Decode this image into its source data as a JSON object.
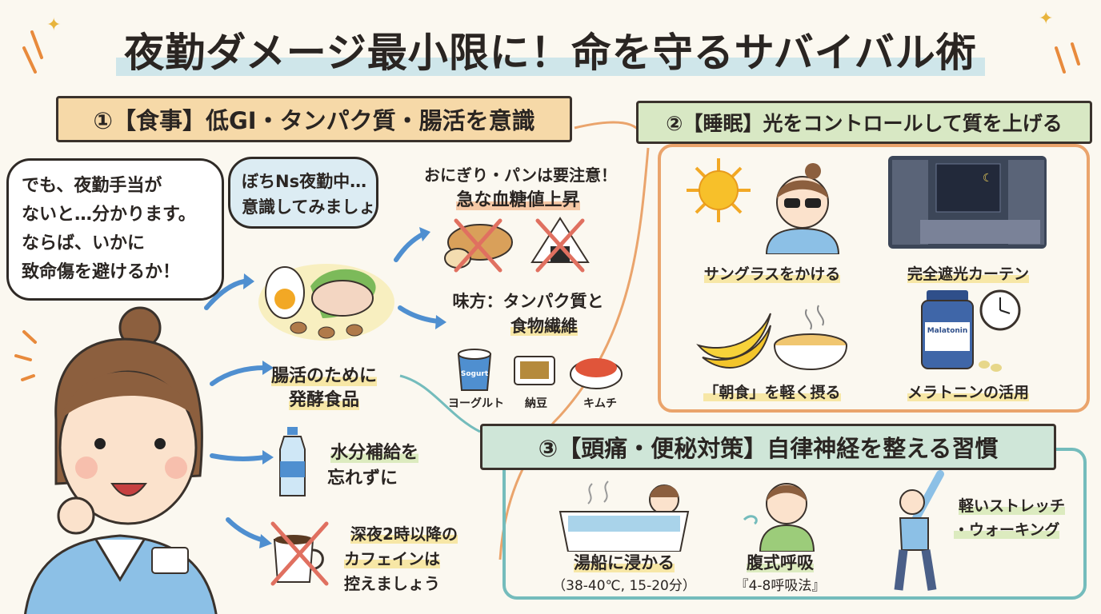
{
  "title": "夜勤ダメージ最小限に！命を守るサバイバル術",
  "section1": {
    "banner": "①【食事】低GI・タンパク質・腸活を意識",
    "bubble_nurse": [
      "でも、夜勤手当が",
      "ないと…分かります。",
      "ならば、いかに",
      "致命傷を避けるか！"
    ],
    "bubble_blog": [
      "ぼちNs夜勤中…",
      "意識してみましょ"
    ],
    "caution_line1": "おにぎり・パンは要注意！",
    "caution_line2": "急な血糖値上昇",
    "ally_line1": "味方：タンパク質と",
    "ally_line2": "食物繊維",
    "ferment_line1": "腸活のために",
    "ferment_line2": "発酵食品",
    "ferment_items": [
      "ヨーグルト",
      "納豆",
      "キムチ"
    ],
    "yogurt_label": "Sogurt",
    "water_line1": "水分補給を",
    "water_line2": "忘れずに",
    "caffeine_lines": [
      "深夜2時以降の",
      "カフェインは",
      "控えましょう"
    ]
  },
  "section2": {
    "banner": "②【睡眠】光をコントロールして質を上げる",
    "items": [
      "サングラスをかける",
      "完全遮光カーテン",
      "「朝食」を軽く摂る",
      "メラトニンの活用"
    ],
    "bottle_label": "Malatonin"
  },
  "section3": {
    "banner": "③【頭痛・便秘対策】自律神経を整える習慣",
    "bath_label": "湯船に浸かる",
    "bath_detail": "（38-40℃, 15-20分）",
    "breath_label": "腹式呼吸",
    "breath_detail": "『4-8呼吸法』",
    "stretch_line1": "軽いストレッチ",
    "stretch_line2": "・ウォーキング"
  },
  "colors": {
    "bg": "#fbf8f0",
    "banner1": "#f6d9a8",
    "banner2": "#d8e8c4",
    "banner3": "#cfe6d8",
    "sec2_border": "#eaa46c",
    "sec3_border": "#74bcbc",
    "arrow": "#4f8fd0"
  }
}
